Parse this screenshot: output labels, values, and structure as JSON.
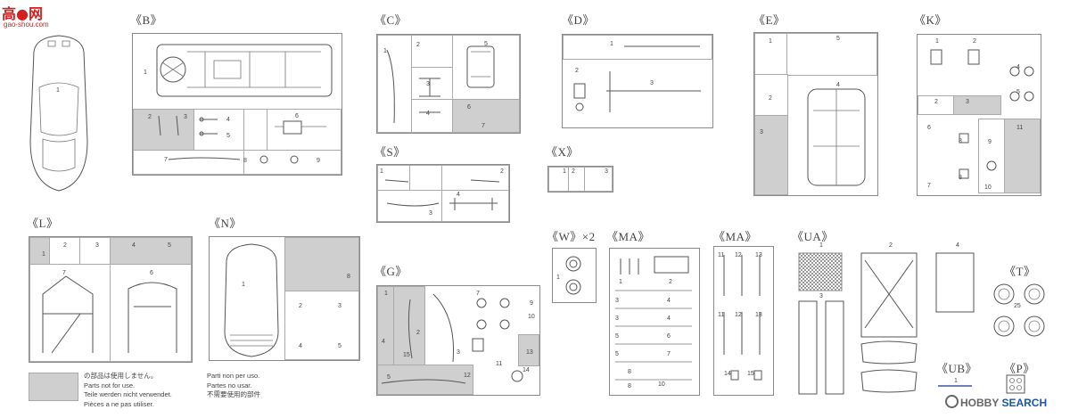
{
  "watermark": {
    "site_chars": "高●网",
    "site_url": "gao-shou.com"
  },
  "brand": {
    "part1": "HOBBY",
    "part2": "SEARCH"
  },
  "labels": {
    "B": "《B》",
    "C": "《C》",
    "D": "《D》",
    "E": "《E》",
    "K": "《K》",
    "S": "《S》",
    "X": "《X》",
    "L": "《L》",
    "N": "《N》",
    "G": "《G》",
    "W": "《W》×2",
    "MA1": "《MA》",
    "MA2": "《MA》",
    "UA": "《UA》",
    "T": "《T》",
    "UB": "《UB》",
    "P": "《P》"
  },
  "legend": {
    "lines_left": [
      "の部品は使用しません。",
      "Parts not for use.",
      "Teile werden nicht verwendet.",
      "Pièces a ne pas utiliser."
    ],
    "lines_right": [
      "Parti non per uso.",
      "Partes no usar.",
      "不需要使用的部件"
    ]
  },
  "nums": {
    "n1": "1",
    "n2": "2",
    "n3": "3",
    "n4": "4",
    "n5": "5",
    "n6": "6",
    "n7": "7",
    "n8": "8",
    "n9": "9",
    "n10": "10",
    "n11": "11",
    "n12": "12",
    "n13": "13",
    "n14": "14",
    "n15": "15",
    "n25": "25"
  }
}
